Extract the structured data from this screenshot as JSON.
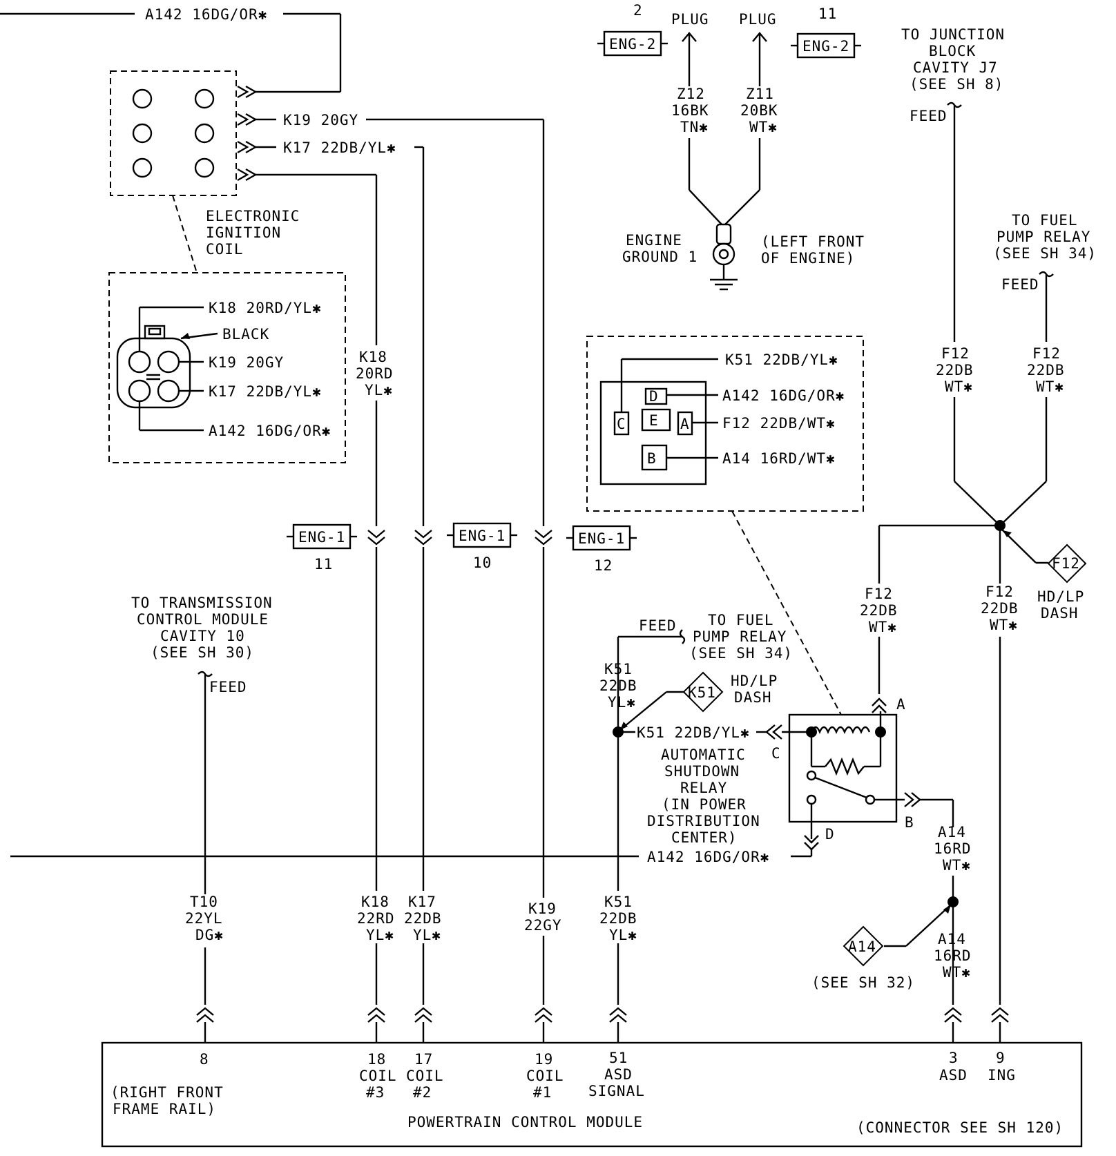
{
  "top_wire": "A142  16DG/OR✱",
  "coil": {
    "wire_k19": "K19  20GY",
    "wire_k17": "K17  22DB/YL✱",
    "label": [
      "ELECTRONIC",
      "IGNITION",
      "COIL"
    ]
  },
  "coil_connector": {
    "k18": "K18  20RD/YL✱",
    "color": "BLACK",
    "k19": "K19  20GY",
    "k17": "K17  22DB/YL✱",
    "a142": "A142  16DG/OR✱"
  },
  "k18_wire": [
    "K18",
    "20RD",
    "YL✱"
  ],
  "eng1": [
    {
      "label": "ENG-1",
      "num": "11"
    },
    {
      "label": "ENG-1",
      "num": "10"
    },
    {
      "label": "ENG-1",
      "num": "12"
    }
  ],
  "eng2": [
    {
      "label": "ENG-2",
      "num": "2"
    },
    {
      "label": "ENG-2",
      "num": "11"
    }
  ],
  "plug": [
    "PLUG",
    "PLUG"
  ],
  "z12": [
    "Z12",
    "16BK",
    "TN✱"
  ],
  "z11": [
    "Z11",
    "20BK",
    "WT✱"
  ],
  "ground": [
    "ENGINE",
    "GROUND 1"
  ],
  "ground_loc": [
    "(LEFT FRONT",
    "OF ENGINE)"
  ],
  "junction": [
    "TO JUNCTION",
    "BLOCK",
    "CAVITY J7",
    "(SEE SH 8)"
  ],
  "feed": "FEED",
  "fuel_relay": [
    "TO FUEL",
    "PUMP RELAY",
    "(SEE SH 34)"
  ],
  "f12": [
    "F12",
    "22DB",
    "WT✱"
  ],
  "relay_connector": {
    "k51": "K51  22DB/YL✱",
    "a142": "A142  16DG/OR✱",
    "f12": "F12  22DB/WT✱",
    "a14": "A14  16RD/WT✱",
    "pins": [
      "C",
      "D",
      "E",
      "A",
      "B"
    ]
  },
  "splice_f12": "F12",
  "hdlp": [
    "HD/LP",
    "DASH"
  ],
  "tcm": [
    "TO TRANSMISSION",
    "CONTROL MODULE",
    "CAVITY 10",
    "(SEE SH 30)"
  ],
  "k51": [
    "K51",
    "22DB",
    "YL✱"
  ],
  "splice_k51": "K51",
  "k51_horiz": "K51  22DB/YL✱",
  "asd_relay": [
    "AUTOMATIC",
    "SHUTDOWN",
    "RELAY",
    "(IN POWER",
    "DISTRIBUTION",
    "CENTER)"
  ],
  "relay_pins": {
    "a": "A",
    "b": "B",
    "c": "C",
    "d": "D"
  },
  "a142_bottom": "A142  16DG/OR✱",
  "a14": [
    "A14",
    "16RD",
    "WT✱"
  ],
  "splice_a14": "A14",
  "see_sh32": "(SEE SH 32)",
  "t10": [
    "T10",
    "22YL",
    "DG✱"
  ],
  "k18_bottom": [
    "K18",
    "22RD",
    "YL✱"
  ],
  "k17_bottom": [
    "K17",
    "22DB",
    "YL✱"
  ],
  "k19_bottom": [
    "K19",
    "22GY"
  ],
  "k51_bottom": [
    "K51",
    "22DB",
    "YL✱"
  ],
  "pcm": {
    "pin8": "8",
    "pin18": [
      "18",
      "COIL",
      "#3"
    ],
    "pin17": [
      "17",
      "COIL",
      "#2"
    ],
    "pin19": [
      "19",
      "COIL",
      "#1"
    ],
    "pin51": [
      "51",
      "ASD",
      "SIGNAL"
    ],
    "pin3": [
      "3",
      "ASD"
    ],
    "pin9": [
      "9",
      "ING"
    ],
    "location": [
      "(RIGHT FRONT",
      "FRAME RAIL)"
    ],
    "name": "POWERTRAIN CONTROL MODULE",
    "connector": "(CONNECTOR SEE SH 120)"
  }
}
